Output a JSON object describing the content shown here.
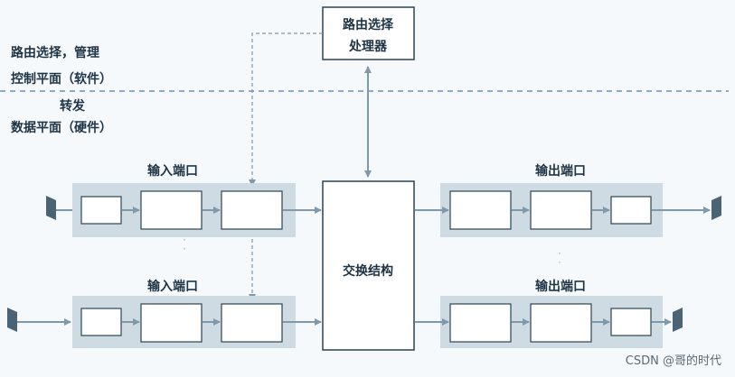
{
  "control_plane": {
    "line1": "路由选择，管理",
    "line2": "控制平面（软件）"
  },
  "data_plane": {
    "line1": "转发",
    "line2": "数据平面（硬件）"
  },
  "processor": {
    "line1": "路由选择",
    "line2": "处理器"
  },
  "input_port_label": "输入端口",
  "output_port_label": "输出端口",
  "switch_fabric_label": "交换结构",
  "watermark": "CSDN @哥的时代",
  "colors": {
    "port_fill": "#cfdbe3",
    "arrow": "#7f98aa",
    "box_stroke": "#2b4353",
    "dashed": "#6f8fb5"
  }
}
